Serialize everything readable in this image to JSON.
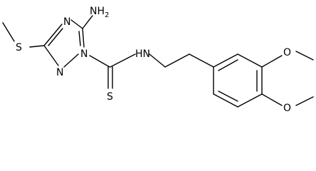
{
  "molecule": {
    "atom_labels": {
      "amino": "NH",
      "amino_sub": "2",
      "ring_n_right": "N",
      "ring_n_upper": "N",
      "ring_n_lower": "N",
      "thioether_s": "S",
      "amide_n": "N",
      "amide_h": "H",
      "thiocarbonyl_s": "S",
      "methoxy_o_upper": "O",
      "methoxy_o_lower": "O"
    },
    "colors": {
      "bond": "#000000",
      "text": "#000000",
      "background": "#ffffff"
    }
  }
}
